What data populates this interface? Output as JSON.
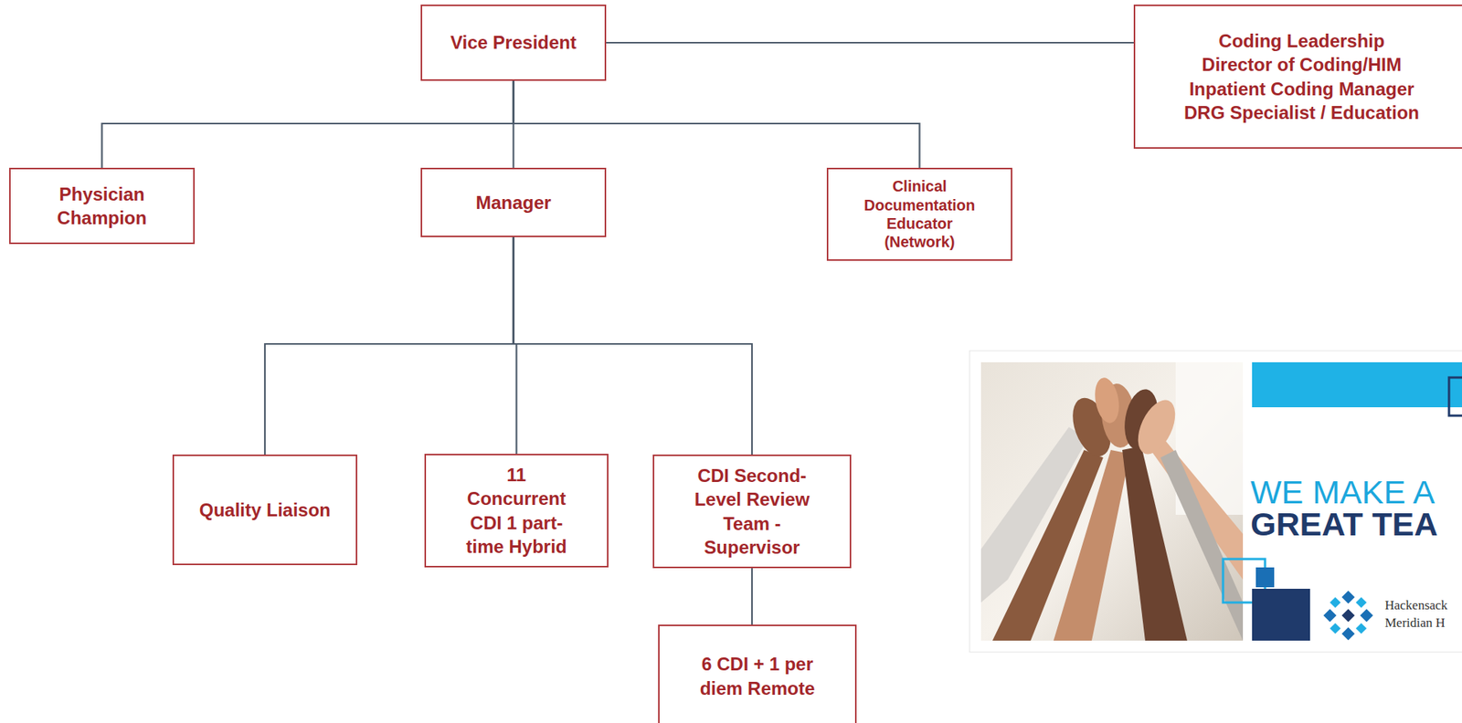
{
  "diagram": {
    "nodes": [
      {
        "text": [
          "Vice President"
        ]
      },
      {
        "text": [
          "Coding Leadership",
          "Director of Coding/HIM",
          "Inpatient Coding Manager",
          "DRG Specialist / Education"
        ]
      },
      {
        "text": [
          "Physician Champion"
        ]
      },
      {
        "text": [
          "Manager"
        ]
      },
      {
        "text": [
          "Clinical Documentation Educator (Network)"
        ]
      },
      {
        "text": [
          "Quality Liaison"
        ]
      },
      {
        "text": [
          "11 Concurrent CDI 1 part-time Hybrid"
        ]
      },
      {
        "text": [
          "CDI Second-Level Review Team - Supervisor"
        ]
      },
      {
        "text": [
          "6 CDI + 1 per diem Remote"
        ]
      }
    ],
    "edges": [
      {
        "from": 0,
        "to": 1,
        "arrow": "none"
      },
      {
        "from": 0,
        "to": 2,
        "arrow": "none"
      },
      {
        "from": 0,
        "to": 3,
        "arrow": "none"
      },
      {
        "from": 0,
        "to": 4,
        "arrow": "none"
      },
      {
        "from": 3,
        "to": 5,
        "arrow": "none"
      },
      {
        "from": 3,
        "to": 6,
        "arrow": "none"
      },
      {
        "from": 3,
        "to": 7,
        "arrow": "none"
      },
      {
        "from": 7,
        "to": 8,
        "arrow": "none"
      }
    ],
    "labels": [
      "WE MAKE A",
      "GREAT TEA",
      "Hackensack",
      "Meridian H"
    ]
  }
}
